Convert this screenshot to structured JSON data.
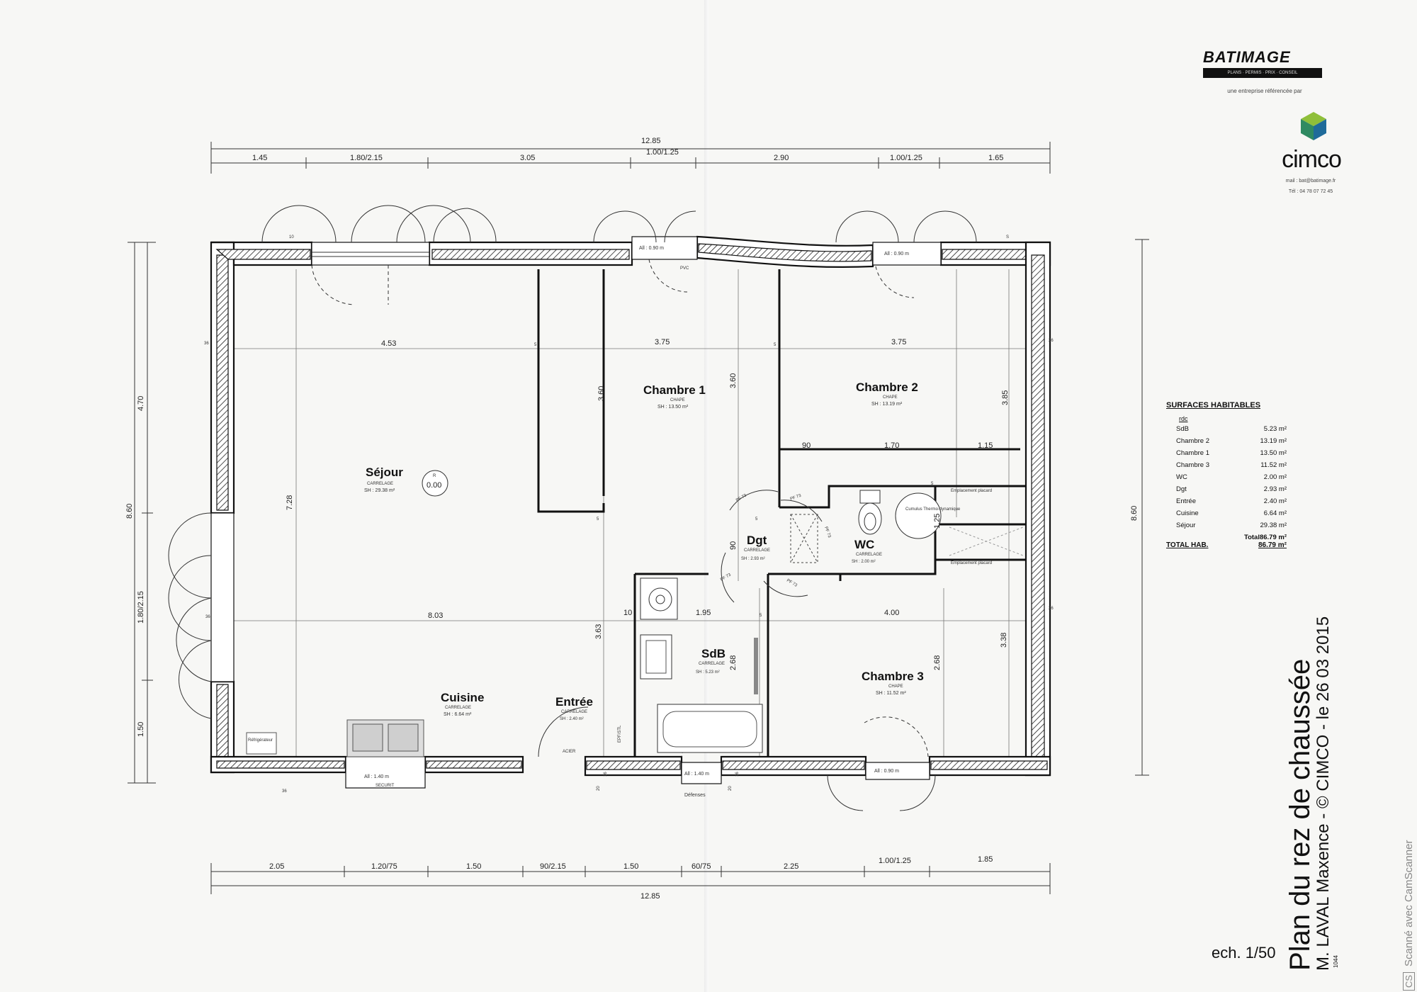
{
  "logos": {
    "batimage": "BATIMAGE",
    "batimage_tagline": "PLANS · PERMIS · PRIX · CONSEIL",
    "referenced_by": "une entreprise référencée par",
    "cimco": "cimco",
    "cimco_mail": "mail : bat@batimage.fr",
    "cimco_tel": "Tél : 04 78 07 72 45"
  },
  "title": {
    "line1": "Plan du rez de chaussée",
    "line2": "M. LAVAL Maxence - © CIMCO - le 26 03 2015",
    "ref": "1044",
    "scale": "ech. 1/50"
  },
  "scanner_text": "Scanné avec CamScanner",
  "scanner_badge": "CS",
  "rooms": [
    {
      "name": "Séjour",
      "floor": "CARRELAGE",
      "surface": "SH : 29.38 m²"
    },
    {
      "name": "Chambre 1",
      "floor": "CHAPE",
      "surface": "SH : 13.50 m²"
    },
    {
      "name": "Chambre 2",
      "floor": "CHAPE",
      "surface": "SH : 13.19 m²"
    },
    {
      "name": "Dgt",
      "floor": "CARRELAGE",
      "surface": "SH : 2.93 m²"
    },
    {
      "name": "WC",
      "floor": "CARRELAGE",
      "surface": "SH : 2.00 m²"
    },
    {
      "name": "SdB",
      "floor": "CARRELAGE",
      "surface": "SH : 5.23 m²"
    },
    {
      "name": "Chambre 3",
      "floor": "CHAPE",
      "surface": "SH : 11.52 m²"
    },
    {
      "name": "Cuisine",
      "floor": "CARRELAGE",
      "surface": "SH : 6.64 m²"
    },
    {
      "name": "Entrée",
      "floor": "CARRELAGE",
      "surface": "SH : 2.40 m²"
    }
  ],
  "level_marker": {
    "top": "R",
    "value": "0.00"
  },
  "labels": {
    "all_090_a": "All : 0.90 m",
    "all_090_b": "All : 0.90 m",
    "all_090_c": "All : 0.90 m",
    "all_140_cuisine": "All : 1.40 m",
    "securit": "SECURIT",
    "all_140_entree": "All : 1.40 m",
    "defenses": "Défenses",
    "empl_top": "Emplacement placard",
    "empl_bottom": "Emplacement placard",
    "cumulus": "Cumulus Thermo-dynamique",
    "pf73_a": "PF 73",
    "pf73_b": "PF 73",
    "pf73_c": "PF 73",
    "pf73_d": "PF 73",
    "pf73_e": "PF 73",
    "pvc": "PVC",
    "acier": "ACIER",
    "epf": "EPF/STL",
    "frigo": "Réfrigérateur"
  },
  "dims_top": {
    "total": "12.85",
    "segments": [
      "1.45",
      "1.80/2.15",
      "3.05",
      "1.00/1.25",
      "2.90",
      "1.00/1.25",
      "1.65"
    ]
  },
  "dims_bottom": {
    "total": "12.85",
    "segments": [
      "2.05",
      "1.20/75",
      "1.50",
      "90/2.15",
      "1.50",
      "60/75",
      "2.25",
      "1.00/1.25",
      "1.85"
    ]
  },
  "dims_left": {
    "total": "8.60",
    "segments": [
      "4.70",
      "1.80/2.15",
      "1.50"
    ]
  },
  "dims_right": {
    "total": "8.60"
  },
  "dims_inner": {
    "h_453": "4.53",
    "h_375a": "3.75",
    "h_375b": "3.75",
    "h_90": "90",
    "h_170": "1.70",
    "h_115": "1.15",
    "h_803": "8.03",
    "h_195": "1.95",
    "h_400": "4.00",
    "h_10": "10",
    "v_728": "7.28",
    "v_360a": "3.60",
    "v_360b": "3.60",
    "v_385": "3.85",
    "v_363": "3.63",
    "v_268a": "2.68",
    "v_268b": "2.68",
    "v_338": "3.38",
    "v_90": "90",
    "v_125": "1.25",
    "w_36a": "36",
    "w_36b": "36",
    "w_36c": "36",
    "w_26a": "26",
    "w_26b": "26",
    "w_20a": "20",
    "w_16a": "16",
    "w_20b": "20",
    "w_16b": "16",
    "w_5a": "5",
    "w_5b": "5",
    "w_5c": "5",
    "w_5d": "5",
    "w_5e": "5",
    "w_5f": "5",
    "w_10": "10",
    "w_s": "S"
  },
  "surfaces_table": {
    "title": "SURFACES HABITABLES",
    "level": "rdc",
    "rows": [
      {
        "room": "SdB",
        "area": "5.23 m²"
      },
      {
        "room": "Chambre 2",
        "area": "13.19 m²"
      },
      {
        "room": "Chambre 1",
        "area": "13.50 m²"
      },
      {
        "room": "Chambre 3",
        "area": "11.52 m²"
      },
      {
        "room": "WC",
        "area": "2.00 m²"
      },
      {
        "room": "Dgt",
        "area": "2.93 m²"
      },
      {
        "room": "Entrée",
        "area": "2.40 m²"
      },
      {
        "room": "Cuisine",
        "area": "6.64 m²"
      },
      {
        "room": "Séjour",
        "area": "29.38 m²"
      }
    ],
    "total": "Total86.79 m²",
    "total_hab_label": "TOTAL HAB.",
    "total_hab_value": "86.79 m²"
  }
}
